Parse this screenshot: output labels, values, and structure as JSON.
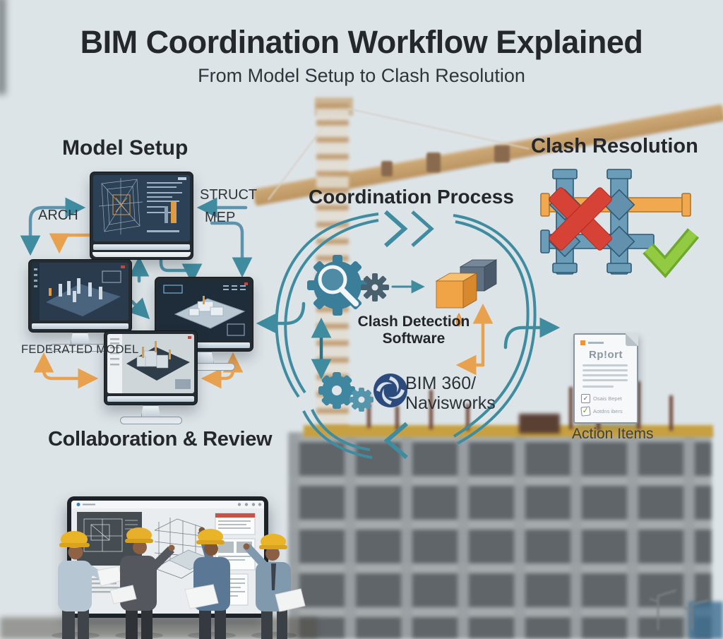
{
  "header": {
    "title": "BIM Coordination Workflow Explained",
    "subtitle": "From Model Setup to Clash Resolution"
  },
  "sections": {
    "model_setup": "Model Setup",
    "coordination_process": "Coordination Process",
    "clash_resolution": "Clash Resolution",
    "collaboration_review": "Collaboration & Review"
  },
  "model_labels": {
    "arch": "ARCH",
    "struct": "STRUCT",
    "mep": "MEP",
    "federated": "FEDERATED MODEL"
  },
  "process": {
    "clash_detection_line1": "Clash Detection",
    "clash_detection_line2": "Software",
    "software_line1": "BIM 360/",
    "software_line2": "Navisworks"
  },
  "report": {
    "doc_title": "Rp!ort",
    "items": [
      {
        "label": "Osais Bepet"
      },
      {
        "label": "Aotdns ibers"
      }
    ],
    "caption": "Action Items"
  },
  "colors": {
    "background_sky": "#dde4e8",
    "heading_text": "#24282d",
    "arrow_teal": "#3f8ca0",
    "arrow_orange": "#e8a14e",
    "clash_red": "#d64236",
    "resolved_green": "#8cc63e",
    "pipe_blue": "#6b9cb8",
    "pipe_orange": "#f1a84e",
    "hardhat_yellow": "#eab429",
    "screen_navy": "#2c4056"
  }
}
